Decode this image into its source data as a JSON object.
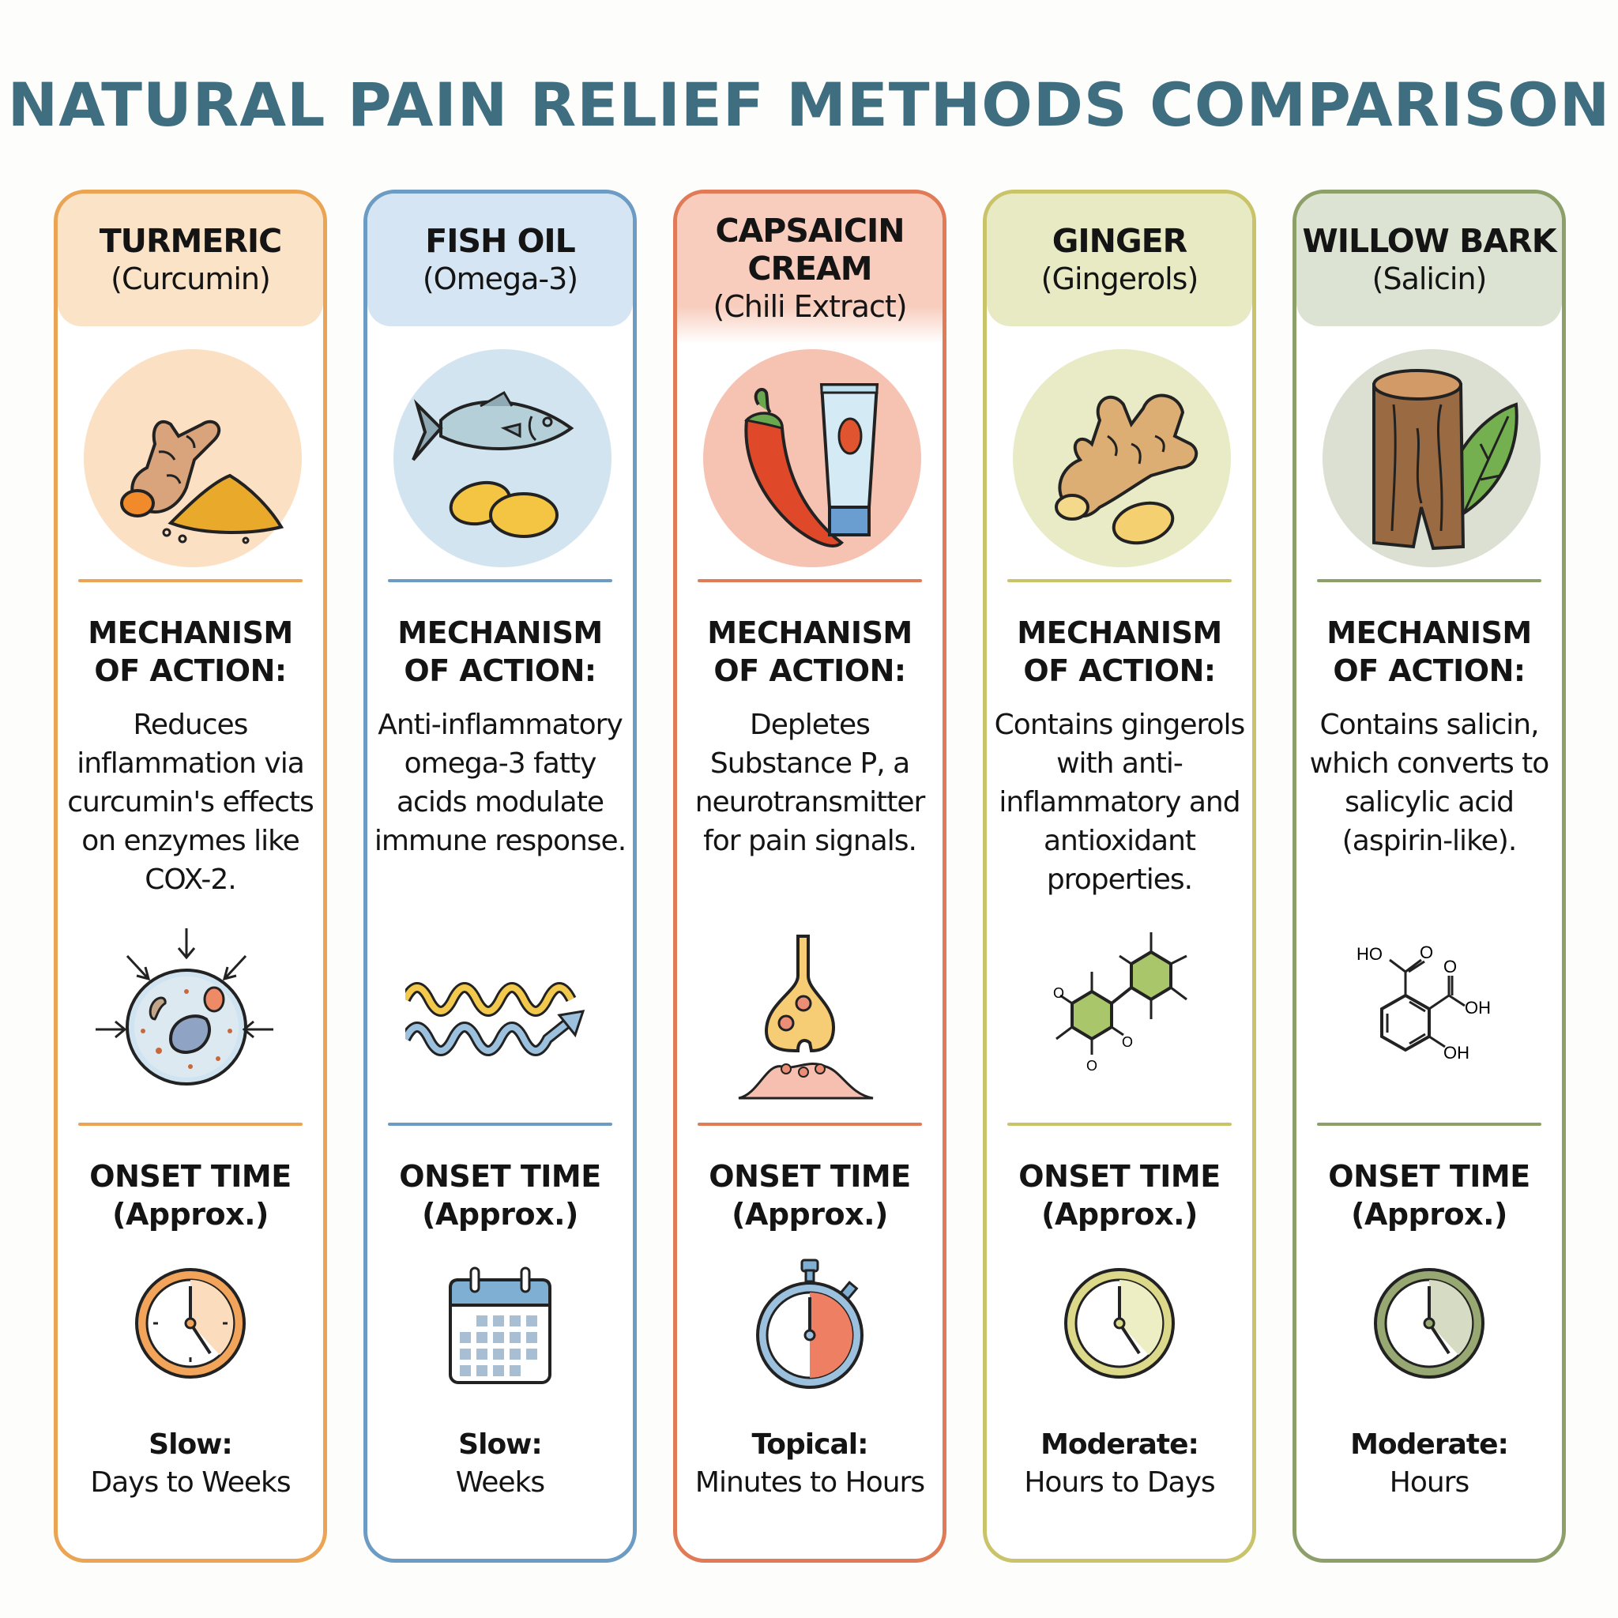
{
  "title": "NATURAL PAIN RELIEF METHODS COMPARISON",
  "title_color": "#3f6e80",
  "labels": {
    "mechanism_line1": "MECHANISM",
    "mechanism_line2": "OF ACTION:",
    "onset_line1": "ONSET TIME",
    "onset_line2": "(Approx.)"
  },
  "methods": [
    {
      "name": "TURMERIC",
      "sub": "(Curcumin)",
      "accent": "#eaa453",
      "tint": "#fbe3c8",
      "hero_icon": "turmeric-root-and-powder-icon",
      "mechanism": "Reduces inflammation via curcumin's effects on enzymes like COX-2.",
      "mechanism_icon": "cell-under-pressure-icon",
      "onset_icon": "clock-icon",
      "onset_speed": "Slow:",
      "onset_range": "Days to Weeks"
    },
    {
      "name": "FISH OIL",
      "sub": "(Omega-3)",
      "accent": "#6c9cc4",
      "tint": "#d5e5f3",
      "hero_icon": "fish-and-capsules-icon",
      "mechanism": "Anti-inflammatory omega-3 fatty acids modulate immune response.",
      "mechanism_icon": "wave-signal-icon",
      "onset_icon": "calendar-icon",
      "onset_speed": "Slow:",
      "onset_range": "Weeks"
    },
    {
      "name": "CAPSAICIN CREAM",
      "name_line1": "CAPSAICIN",
      "name_line2": "CREAM",
      "sub": "(Chili Extract)",
      "accent": "#e07a57",
      "tint": "#f8cdbd",
      "hero_icon": "chili-and-cream-tube-icon",
      "mechanism": "Depletes Substance P, a neurotransmitter for pain signals.",
      "mechanism_icon": "synapse-icon",
      "onset_icon": "stopwatch-icon",
      "onset_speed": "Topical:",
      "onset_range": "Minutes to Hours"
    },
    {
      "name": "GINGER",
      "sub": "(Gingerols)",
      "accent": "#c9c46a",
      "tint": "#e8eac4",
      "hero_icon": "ginger-root-icon",
      "mechanism": "Contains gingerols with anti-inflammatory and antioxidant properties.",
      "mechanism_icon": "molecule-structure-icon",
      "onset_icon": "clock-icon",
      "onset_speed": "Moderate:",
      "onset_range": "Hours to Days"
    },
    {
      "name": "WILLOW BARK",
      "sub": "(Salicin)",
      "accent": "#8ea06a",
      "tint": "#dde3d2",
      "hero_icon": "log-and-leaf-icon",
      "mechanism": "Contains salicin, which converts to salicylic acid (aspirin-like).",
      "mechanism_icon": "salicylic-acid-structure-icon",
      "onset_icon": "clock-icon",
      "onset_speed": "Moderate:",
      "onset_range": "Hours"
    }
  ],
  "molecule_labels": {
    "ho": "HO",
    "o": "O",
    "oh": "OH"
  }
}
